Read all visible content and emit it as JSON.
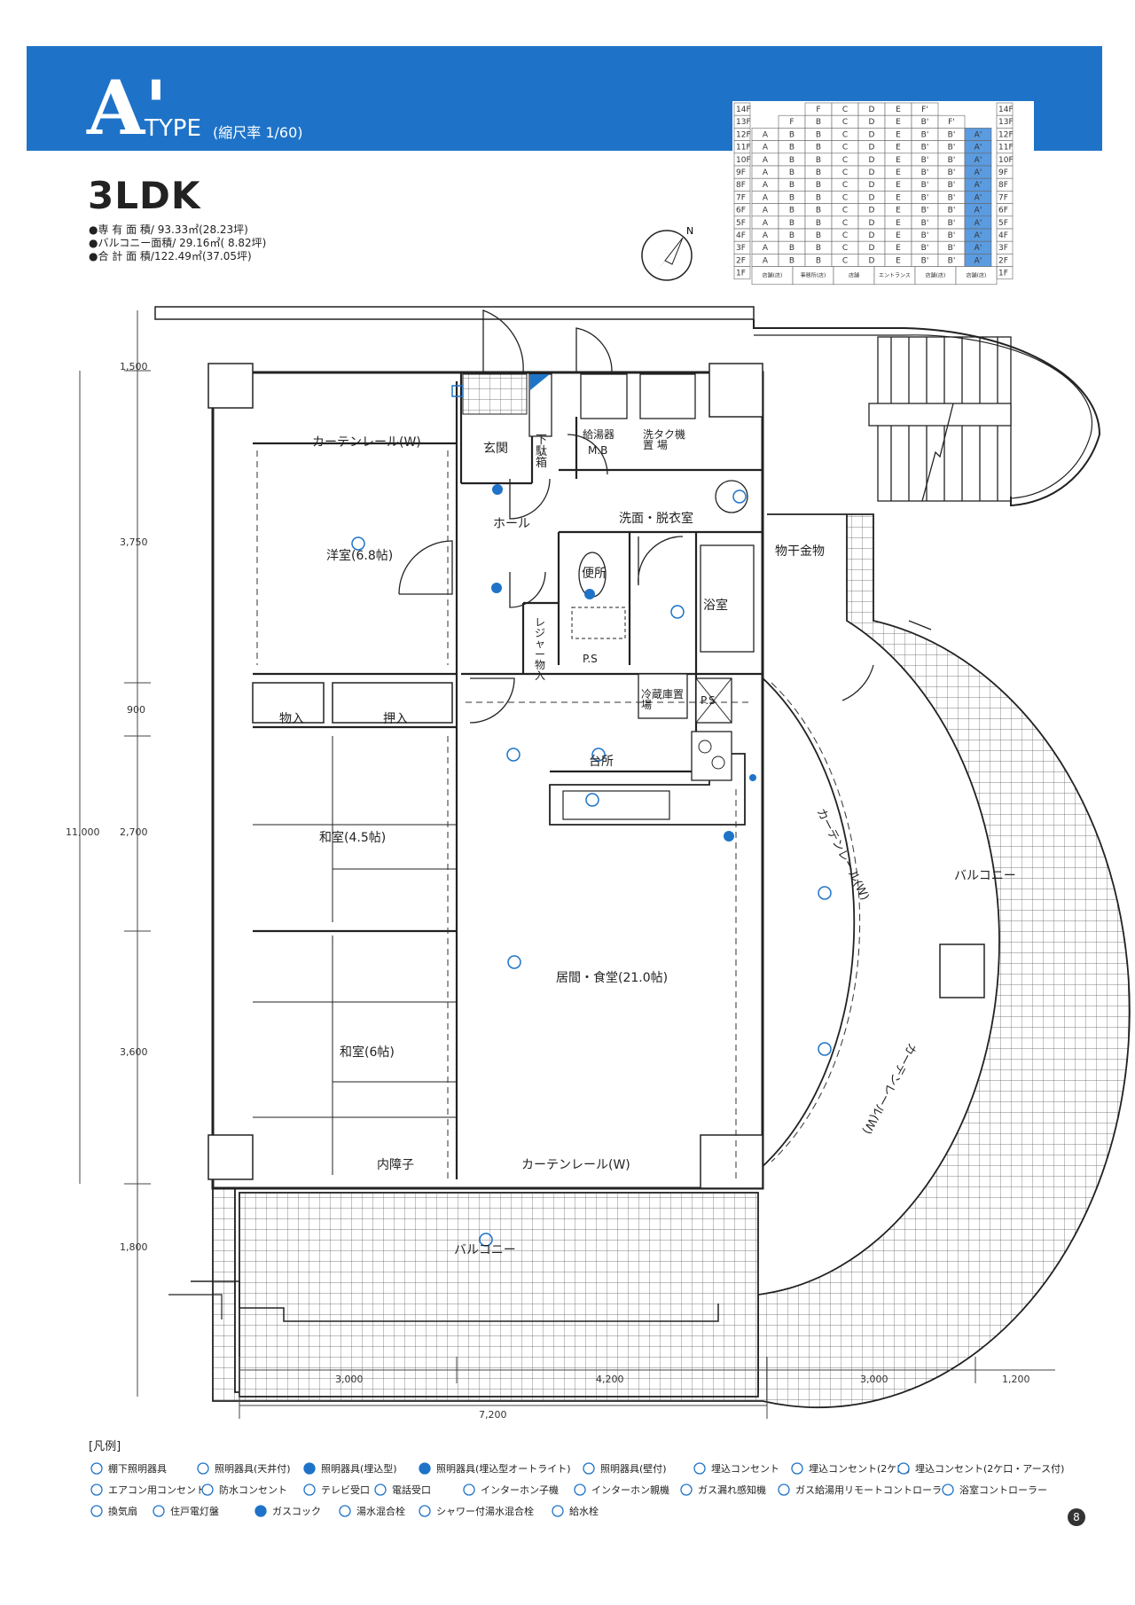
{
  "header": {
    "type_letter": "A'",
    "type_word": "TYPE",
    "scale": "(縮尺率 1/60)"
  },
  "floor_table": {
    "floor_labels": [
      "14F",
      "13F",
      "12F",
      "11F",
      "10F",
      "9F",
      "8F",
      "7F",
      "6F",
      "5F",
      "4F",
      "3F",
      "2F",
      "1F"
    ],
    "rows": [
      [
        "",
        "",
        "F",
        "C",
        "D",
        "E",
        "F'",
        ""
      ],
      [
        "",
        "F",
        "B",
        "C",
        "D",
        "E",
        "B'",
        "F'"
      ],
      [
        "A",
        "B",
        "B",
        "C",
        "D",
        "E",
        "B'",
        "B'",
        "A'"
      ],
      [
        "A",
        "B",
        "B",
        "C",
        "D",
        "E",
        "B'",
        "B'",
        "A'"
      ],
      [
        "A",
        "B",
        "B",
        "C",
        "D",
        "E",
        "B'",
        "B'",
        "A'"
      ],
      [
        "A",
        "B",
        "B",
        "C",
        "D",
        "E",
        "B'",
        "B'",
        "A'"
      ],
      [
        "A",
        "B",
        "B",
        "C",
        "D",
        "E",
        "B'",
        "B'",
        "A'"
      ],
      [
        "A",
        "B",
        "B",
        "C",
        "D",
        "E",
        "B'",
        "B'",
        "A'"
      ],
      [
        "A",
        "B",
        "B",
        "C",
        "D",
        "E",
        "B'",
        "B'",
        "A'"
      ],
      [
        "A",
        "B",
        "B",
        "C",
        "D",
        "E",
        "B'",
        "B'",
        "A'"
      ],
      [
        "A",
        "B",
        "B",
        "C",
        "D",
        "E",
        "B'",
        "B'",
        "A'"
      ],
      [
        "A",
        "B",
        "B",
        "C",
        "D",
        "E",
        "B'",
        "B'",
        "A'"
      ],
      [
        "A",
        "B",
        "B",
        "C",
        "D",
        "E",
        "B'",
        "B'",
        "A'"
      ]
    ],
    "ground_row": [
      "店舗(店)",
      "事務所(店)",
      "店舗",
      "エントランス",
      "店舗(店)",
      "店舗(店)"
    ],
    "highlight_color": "#5b9be0"
  },
  "summary": {
    "layout": "3LDK",
    "private_area": "●専 有 面 積/ 93.33㎡(28.23坪)",
    "balcony_area": "●バルコニー面積/ 29.16㎡( 8.82坪)",
    "total_area": "●合 計 面 積/122.49㎡(37.05坪)"
  },
  "rooms": {
    "western_room": "洋室(6.8帖)",
    "hall": "ホール",
    "entrance": "玄関",
    "shoe_box": "下駄箱",
    "water_heater": "給湯器",
    "mb": "M.B",
    "washer_space": "洗タク機置 場",
    "washroom": "洗面・脱衣室",
    "toilet": "便所",
    "bath": "浴室",
    "leisure_storage": "レジャー物入",
    "ps1": "P.S",
    "ps2": "P.S",
    "fridge_space": "冷蔵庫置 場",
    "kitchen": "台所",
    "storage1": "物入",
    "storage2": "押入",
    "tatami_small": "和室(4.5帖)",
    "tatami_large": "和室(6帖)",
    "living": "居間・食堂(21.0帖)",
    "inner_shoji": "内障子",
    "curtain_top": "カーテンレール(W)",
    "curtain_bottom": "カーテンレール(W)",
    "curtain_arc_top": "カーテンレール(W)",
    "curtain_arc_bottom": "カーテンレール(W)",
    "balcony_bottom": "バルコニー",
    "balcony_right": "バルコニー",
    "drying_hardware": "物干金物"
  },
  "dimensions": {
    "left_outer": [
      "1,500",
      "3,750",
      "900",
      "2,700",
      "3,600",
      "1,800"
    ],
    "left_total": "11,000",
    "bottom": [
      "3,000",
      "4,200",
      "3,000",
      "1,200"
    ],
    "bottom_total": "7,200"
  },
  "legend": {
    "title": "[凡例]",
    "items": [
      {
        "icon": "shelf-light-icon",
        "label": "棚下照明器具"
      },
      {
        "icon": "ceiling-light-icon",
        "label": "照明器具(天井付)"
      },
      {
        "icon": "recessed-light-icon",
        "label": "照明器具(埋込型)"
      },
      {
        "icon": "auto-light-icon",
        "label": "照明器具(埋込型オートライト)"
      },
      {
        "icon": "bracket-light-icon",
        "label": "照明器具(壁付)"
      },
      {
        "icon": "outlet-icon",
        "label": "埋込コンセント"
      },
      {
        "icon": "outlet-double-icon",
        "label": "埋込コンセント(2ケ口)"
      },
      {
        "icon": "outlet-earth-icon",
        "label": "埋込コンセント(2ケ口・アース付)"
      },
      {
        "icon": "ac-outlet-icon",
        "label": "エアコン用コンセント"
      },
      {
        "icon": "waterproof-outlet-icon",
        "label": "防水コンセント"
      },
      {
        "icon": "tv-icon",
        "label": "テレビ受口"
      },
      {
        "icon": "phone-icon",
        "label": "電話受口"
      },
      {
        "icon": "intercom-sub-icon",
        "label": "インターホン子機"
      },
      {
        "icon": "intercom-main-icon",
        "label": "インターホン親機"
      },
      {
        "icon": "gas-detector-icon",
        "label": "ガス漏れ感知機"
      },
      {
        "icon": "remote-icon",
        "label": "ガス給湯用リモートコントローラー"
      },
      {
        "icon": "bath-controller-icon",
        "label": "浴室コントローラー"
      },
      {
        "icon": "fan-icon",
        "label": "換気扇"
      },
      {
        "icon": "panel-icon",
        "label": "住戸電灯盤"
      },
      {
        "icon": "gas-cock-icon",
        "label": "ガスコック"
      },
      {
        "icon": "mixer-icon",
        "label": "湯水混合栓"
      },
      {
        "icon": "shower-mixer-icon",
        "label": "シャワー付湯水混合栓"
      },
      {
        "icon": "faucet-icon",
        "label": "給水栓"
      }
    ]
  },
  "page_number": "8"
}
